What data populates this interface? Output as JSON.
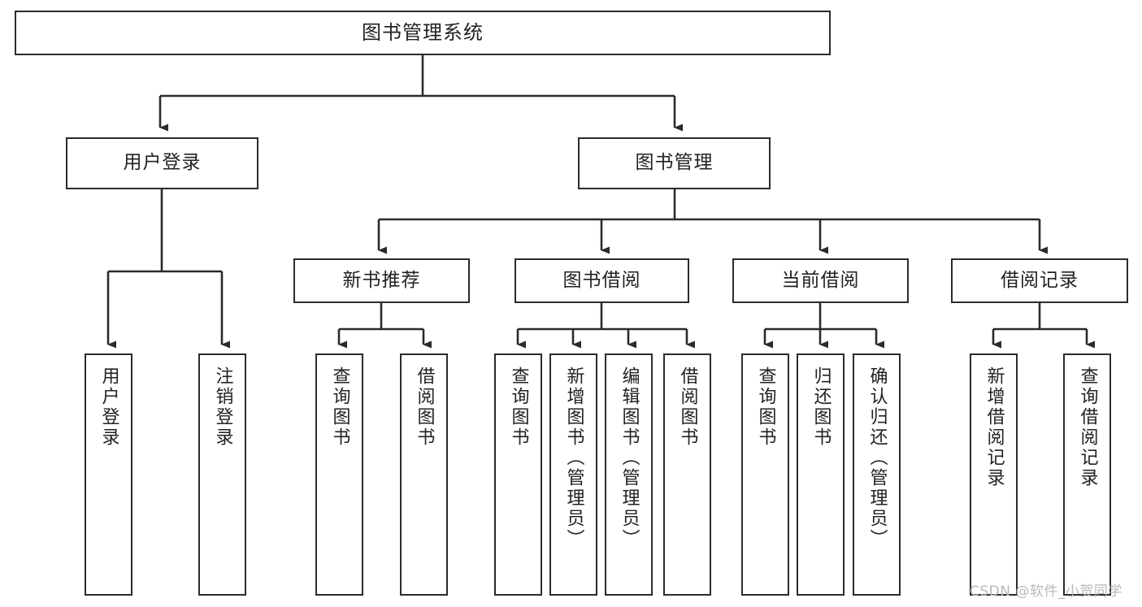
{
  "diagram": {
    "title": "图书管理系统",
    "type": "tree-hierarchy",
    "watermark": "CSDN @软件_小贺同学",
    "stroke_color": "#2b2b2b",
    "fill_color": "#ffffff",
    "text_color": "#222222",
    "root": {
      "id": "root",
      "label": "图书管理系统"
    },
    "level2": [
      {
        "id": "user-login",
        "label": "用户登录"
      },
      {
        "id": "book-manage",
        "label": "图书管理"
      }
    ],
    "level3": [
      {
        "id": "new-book-recommend",
        "label": "新书推荐"
      },
      {
        "id": "book-borrow",
        "label": "图书借阅"
      },
      {
        "id": "current-borrow",
        "label": "当前借阅"
      },
      {
        "id": "borrow-record",
        "label": "借阅记录"
      }
    ],
    "leaves": {
      "user-login": [
        {
          "id": "leaf-user-login",
          "label": "用户登录"
        },
        {
          "id": "leaf-logout-login",
          "label": "注销登录"
        }
      ],
      "new-book-recommend": [
        {
          "id": "leaf-query-book-1",
          "label": "查询图书"
        },
        {
          "id": "leaf-borrow-book-1",
          "label": "借阅图书"
        }
      ],
      "book-borrow": [
        {
          "id": "leaf-query-book-2",
          "label": "查询图书"
        },
        {
          "id": "leaf-add-book",
          "label": "新增图书（管理员）"
        },
        {
          "id": "leaf-edit-book",
          "label": "编辑图书（管理员）"
        },
        {
          "id": "leaf-borrow-book-2",
          "label": "借阅图书"
        }
      ],
      "current-borrow": [
        {
          "id": "leaf-query-book-3",
          "label": "查询图书"
        },
        {
          "id": "leaf-return-book",
          "label": "归还图书"
        },
        {
          "id": "leaf-confirm-return",
          "label": "确认归还（管理员）"
        }
      ],
      "borrow-record": [
        {
          "id": "leaf-add-borrow-record",
          "label": "新增借阅记录"
        },
        {
          "id": "leaf-query-borrow-record",
          "label": "查询借阅记录"
        }
      ]
    }
  }
}
